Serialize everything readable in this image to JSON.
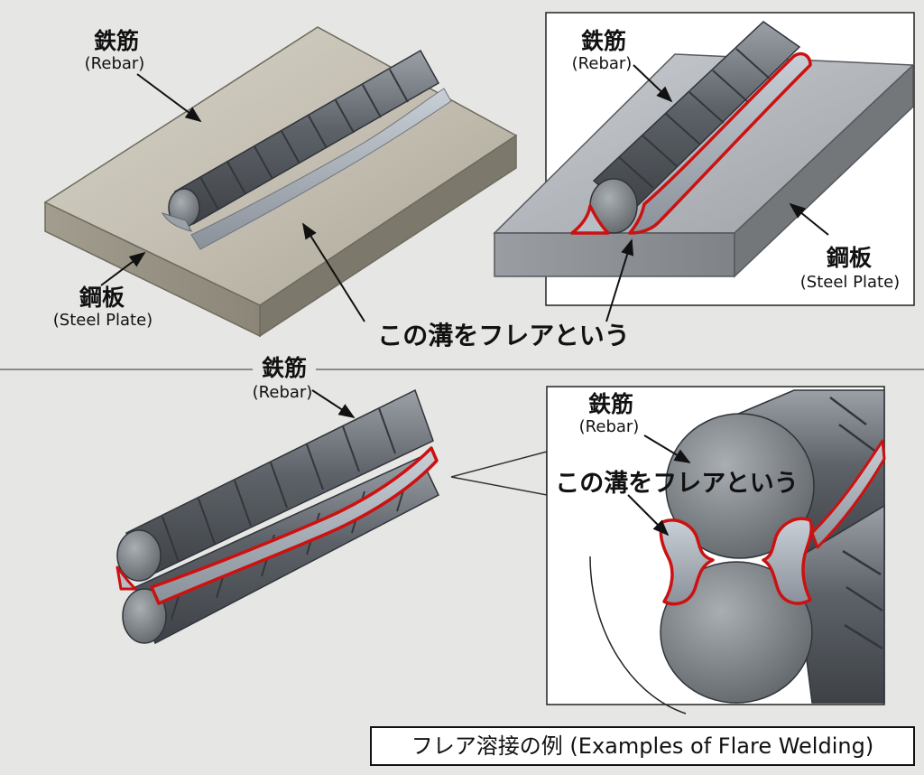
{
  "panels": {
    "top_left": {
      "rebar_jp": "鉄筋",
      "rebar_en": "(Rebar)",
      "plate_jp": "鋼板",
      "plate_en": "(Steel Plate)"
    },
    "top_right": {
      "rebar_jp": "鉄筋",
      "rebar_en": "(Rebar)",
      "plate_jp": "鋼板",
      "plate_en": "(Steel Plate)"
    },
    "top_groove_note": "この溝をフレアという",
    "bottom_left": {
      "rebar_jp": "鉄筋",
      "rebar_en": "(Rebar)"
    },
    "bottom_right": {
      "rebar_jp": "鉄筋",
      "rebar_en": "(Rebar)",
      "groove_note": "この溝をフレアという"
    }
  },
  "caption": "フレア溶接の例 (Examples of Flare Welding)",
  "colors": {
    "background": "#e6e6e4",
    "steel_plate_warm": "#b8b3a6",
    "steel_plate_cool": "#a9adb1",
    "rebar": "#6f7479",
    "weld": "#aab1b8",
    "flare_highlight": "#cc1111"
  }
}
